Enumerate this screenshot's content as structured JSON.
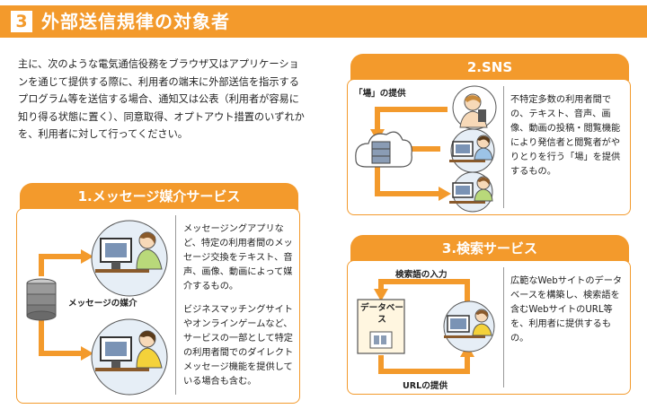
{
  "header": {
    "number": "3",
    "title": "外部送信規律の対象者"
  },
  "intro": "主に、次のような電気通信役務をブラウザ又はアプリケーションを通じて提供する際に、利用者の端末に外部送信を指示するプログラム等を送信する場合、通知又は公表（利用者が容易に知り得る状態に置く）、同意取得、オプトアウト措置のいずれかを、利用者に対して行ってください。",
  "message": {
    "title": "1.メッセージ媒介サービス",
    "label": "メッセージの媒介",
    "desc1": "メッセージングアプリなど、特定の利用者間のメッセージ交換をテキスト、音声、画像、動画によって媒介するもの。",
    "desc2": "ビジネスマッチングサイトやオンラインゲームなど、サービスの一部として特定の利用者間でのダイレクトメッセージ機能を提供している場合も含む。"
  },
  "sns": {
    "title": "2.SNS",
    "label": "「場」の提供",
    "desc": "不特定多数の利用者間での、テキスト、音声、画像、動画の投稿・閲覧機能により発信者と閲覧者がやりとりを行う「場」を提供するもの。"
  },
  "search": {
    "title": "3.検索サービス",
    "input_label": "検索語の入力",
    "db_label": "データベース",
    "url_label": "URLの提供",
    "desc": "広範なWebサイトのデータベースを構築し、検索語を含むWebサイトのURL等を、利用者に提供するもの。"
  },
  "colors": {
    "accent": "#f39a2c",
    "skin": "#f7d9b8",
    "hair": "#8a5a2b",
    "shirt_green": "#b9d97a",
    "shirt_yellow": "#f4d23a",
    "shirt_blue": "#9cc3e6"
  }
}
